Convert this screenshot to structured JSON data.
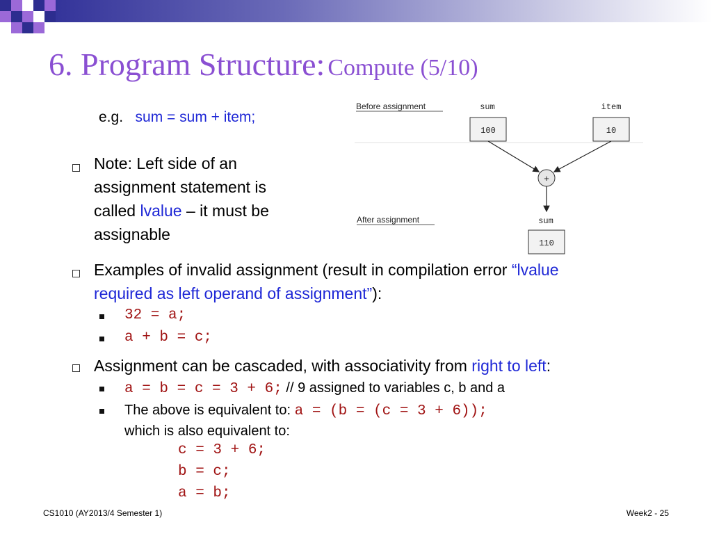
{
  "slide": {
    "title_main": "6. Program Structure:",
    "title_sub": "Compute (5/10)",
    "example_prefix": "e.g.",
    "example_code": "sum = sum + item;",
    "note": {
      "line1": "Note: Left side of an",
      "line2": "assignment statement is",
      "line3_a": "called ",
      "line3_b": "lvalue",
      "line3_c": " – it must be",
      "line4": "assignable"
    },
    "invalid": {
      "line1_a": "Examples of invalid assignment (result in compilation error ",
      "line1_b": "“lvalue",
      "line2_a": "required as left operand of assignment”",
      "line2_b": "):",
      "examples": [
        "32 = a;",
        "a + b = c;"
      ]
    },
    "cascade": {
      "line_a": "Assignment can be cascaded, with associativity from ",
      "line_b": "right to left",
      "line_c": ":",
      "sub1_code": "a = b = c = 3 + 6;",
      "sub1_comment": "// 9 assigned to variables c, b and a",
      "sub2_text": "The above is equivalent to: ",
      "sub2_code": "a = (b = (c = 3 + 6));",
      "sub3_text": "which is also equivalent to:",
      "code_lines": [
        "c = 3 + 6;",
        "b = c;",
        "a = b;"
      ]
    },
    "footer_left": "CS1010 (AY2013/4 Semester 1)",
    "footer_right": "Week2 - 25"
  },
  "diagram": {
    "before_label": "Before assignment",
    "after_label": "After assignment",
    "sum_label": "sum",
    "item_label": "item",
    "sum_before": "100",
    "item_value": "10",
    "operator": "+",
    "sum_after_label": "sum",
    "sum_after": "110"
  },
  "colors": {
    "title": "#8a4fd2",
    "highlight_blue": "#1e27d6",
    "code_red": "#a01313",
    "banner": "#34349a"
  }
}
